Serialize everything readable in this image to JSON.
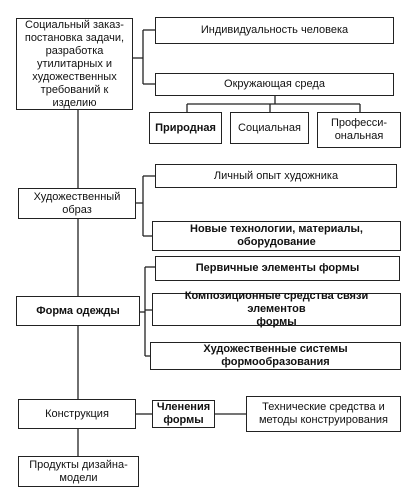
{
  "boxes": {
    "social_order": "Социальный заказ-\nпостановка задачи,\nразработка\nутилитарных  и\nхудожественных\nтребований к\nизделию",
    "individuality": "Индивидуальность человека",
    "environment": "Окружающая среда",
    "natural": "Природная",
    "social": "Социальная",
    "professional": "Професси-\nональная",
    "art_image": "Художественный\nобраз",
    "personal_experience": "Личный опыт художника",
    "new_technologies": "Новые технологии, материалы, оборудование",
    "primary_elements": "Первичные элементы формы",
    "composition_means": "Композиционные средства связи элементов\nформы",
    "art_systems": "Художественные системы формообразования",
    "clothing_form": "Форма одежды",
    "construction": "Конструкция",
    "divisions": "Членения\nформы",
    "technical_means": "Технические средства и\nметоды конструирования",
    "design_products": "Продукты дизайна-\nмодели"
  }
}
